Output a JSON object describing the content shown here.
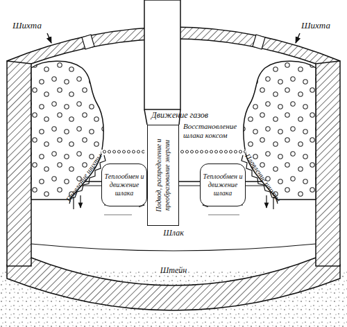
{
  "diagram": {
    "nodes": [
      {
        "text": [
          "Подвод, распределение и преобразование энергии"
        ]
      },
      {
        "text": [
          "Теплообмен и движение шлака"
        ]
      },
      {
        "text": [
          "Теплообмен и движение шлака"
        ]
      }
    ],
    "labels": [
      "Шихта",
      "Шихта",
      "Движение газов",
      "Восстановление шлака коксом",
      "Плавление шихты",
      "Плавление шихты",
      "Шлак",
      "Штейн"
    ]
  }
}
